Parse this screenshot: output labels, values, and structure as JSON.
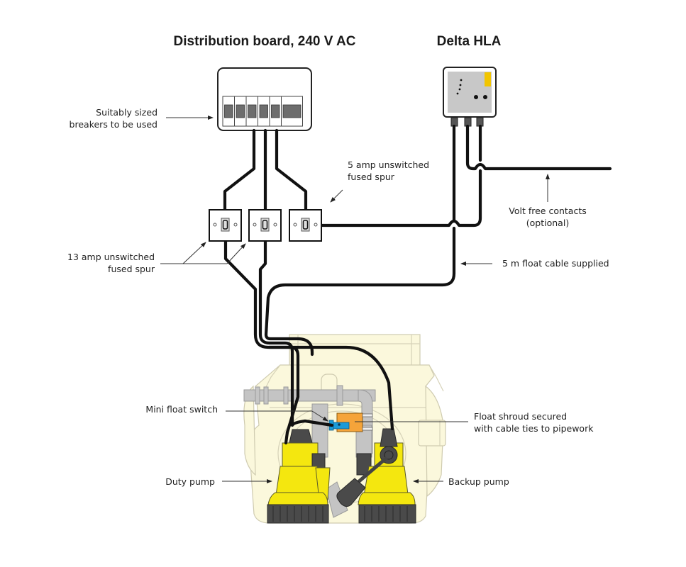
{
  "titles": {
    "distribution_board": "Distribution board, 240 V AC",
    "controller": "Delta HLA"
  },
  "labels": {
    "breakers_line1": "Suitably sized",
    "breakers_line2": "breakers to be used",
    "spur5_line1": "5 amp unswitched",
    "spur5_line2": "fused spur",
    "spur13_line1": "13 amp unswitched",
    "spur13_line2": "fused spur",
    "volt_free_line1": "Volt free contacts",
    "volt_free_line2": "(optional)",
    "float_cable": "5 m float cable supplied",
    "mini_float": "Mini float switch",
    "float_shroud_line1": "Float shroud secured",
    "float_shroud_line2": "with cable ties to pipework",
    "duty_pump": "Duty pump",
    "backup_pump": "Backup pump"
  },
  "colors": {
    "cable": "#111111",
    "tank": "#fbf8dc",
    "pump_yellow": "#f4e70f",
    "pump_dark": "#4a4a4a",
    "float_orange": "#f5a43a",
    "float_blue": "#1a9ad8",
    "indicator_yellow": "#f2c500",
    "panel_grey": "#c8c8c8"
  },
  "breakers": {
    "count": 6
  },
  "spurs": {
    "count": 3
  }
}
